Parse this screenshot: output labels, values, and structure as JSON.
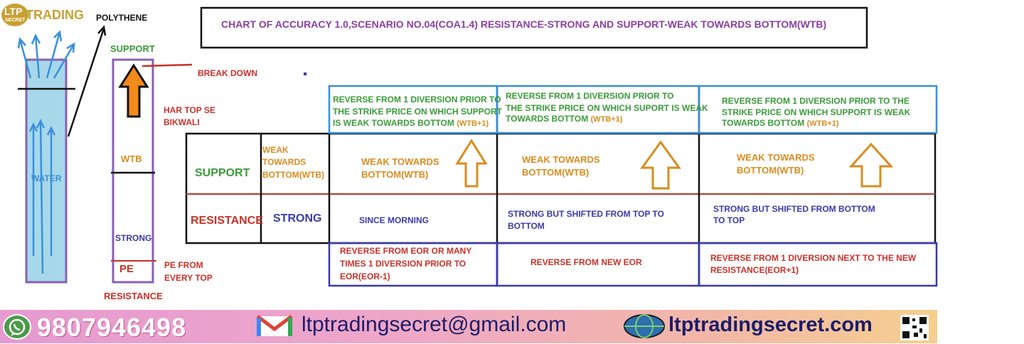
{
  "logo": {
    "text": "LTP",
    "sub": "SECRET",
    "brand": "TRADING"
  },
  "header": {
    "polythene": "POLYTHENE",
    "title": "CHART OF ACCURACY 1.0,SCENARIO NO.04(COA1.4) RESISTANCE-STRONG AND SUPPORT-WEAK TOWARDS BOTTOM(WTB)"
  },
  "left": {
    "water": "WATER",
    "support": "SUPPORT",
    "break_down": "BREAK DOWN",
    "har_top": "HAR TOP SE",
    "bikwali": "BIKWALI",
    "wtb": "WTB",
    "strong": "STRONG",
    "pe": "PE",
    "pe_from": "PE FROM",
    "every_top": "EVERY TOP",
    "resistance": "RESISTANCE"
  },
  "table": {
    "row_support": {
      "label": "SUPPORT",
      "status_line1": "WEAK",
      "status_line2": "TOWARDS",
      "status_line3": "BOTTOM(WTB)"
    },
    "row_resistance": {
      "label": "RESISTANCE",
      "status": "STRONG"
    },
    "columns": [
      {
        "top_line1": "REVERSE FROM 1 DIVERSION PRIOR TO",
        "top_line2": "THE STRIKE PRICE ON WHICH SUPPORT",
        "top_line3": "IS WEAK TOWARDS BOTTOM",
        "top_tag": "(WTB+1)",
        "support_line1": "WEAK TOWARDS",
        "support_line2": "BOTTOM(WTB)",
        "resistance_line1": "SINCE MORNING",
        "resistance_line2": "",
        "bottom_line1": "REVERSE FROM EOR OR MANY",
        "bottom_line2": "TIMES 1 DIVERSION PRIOR TO",
        "bottom_line3": "EOR(EOR-1)"
      },
      {
        "top_line1": "REVERSE FROM 1 DIVERSION  PRIOR TO",
        "top_line2": "THE STRIKE PRICE ON WHICH SUPORT IS WEAK",
        "top_line3": "TOWARDS BOTTOM",
        "top_tag": "(WTB+1)",
        "support_line1": "WEAK TOWARDS",
        "support_line2": "BOTTOM(WTB)",
        "resistance_line1": "STRONG BUT SHIFTED FROM TOP TO",
        "resistance_line2": "BOTTOM",
        "bottom_line1": "REVERSE FROM NEW EOR",
        "bottom_line2": "",
        "bottom_line3": ""
      },
      {
        "top_line1": "REVERSE FROM 1 DIVERSION PRIOR  TO THE",
        "top_line2": "STRIKE PRICE ON WHICH SUPPORT IS WEAK",
        "top_line3": "TOWARDS BOTTOM",
        "top_tag": "(WTB+1)",
        "support_line1": "WEAK TOWARDS",
        "support_line2": "BOTTOM(WTB)",
        "resistance_line1": "STRONG BUT SHIFTED FROM BOTTOM",
        "resistance_line2": "TO TOP",
        "bottom_line1": "REVERSE FROM 1 DIVERSION NEXT TO THE NEW",
        "bottom_line2": "RESISTANCE(EOR+1)",
        "bottom_line3": ""
      }
    ]
  },
  "footer": {
    "phone": "9807946498",
    "email": "ltptradingsecret@gmail.com",
    "website": "ltptradingsecret.com"
  },
  "colors": {
    "green": "#3a9a3a",
    "orange": "#d98c1f",
    "red": "#c8322a",
    "blue": "#3a3aa8",
    "purple": "#8a3fa0",
    "cell_border_blue": "#3b8fd6"
  }
}
